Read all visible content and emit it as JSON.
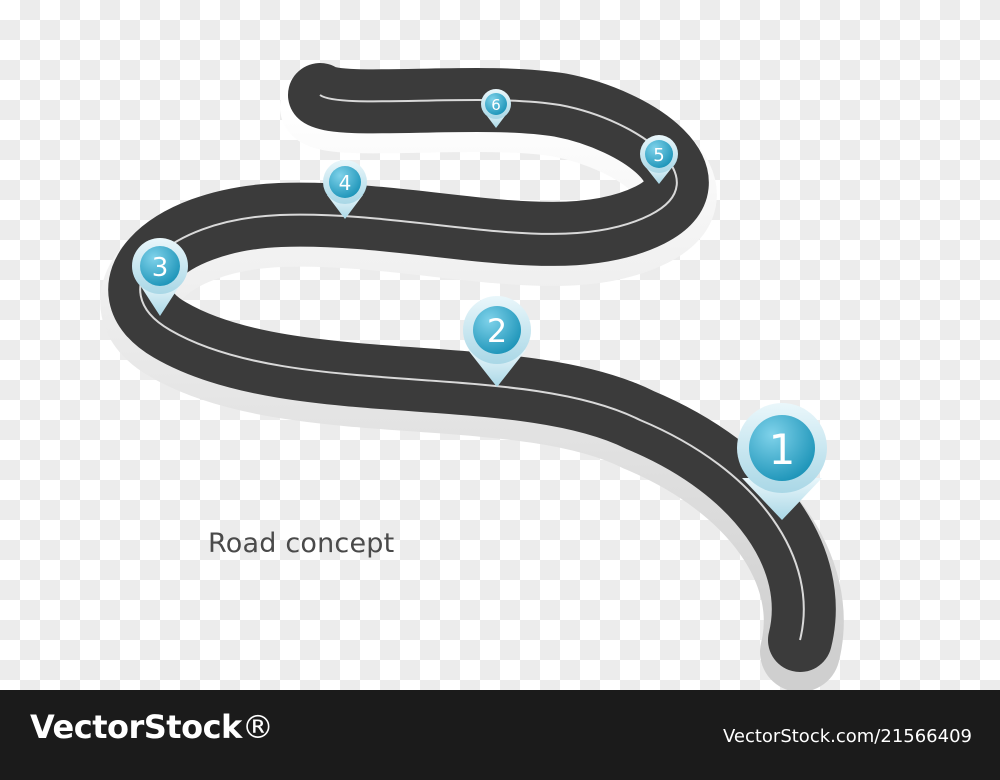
{
  "caption": "Road concept",
  "road_markers": [
    "1",
    "2",
    "3",
    "4",
    "5",
    "6"
  ],
  "watermark": {
    "brand_bold": "VectorStock",
    "brand_trademark": "®",
    "asset_id": "VectorStock.com/21566409"
  },
  "colors": {
    "asphalt": "#3b3b3b",
    "road_edge": "#e6e6e6",
    "pin": "#2aa6c9",
    "pin_ring": "#bfe3ef",
    "footer": "#1b1b1b"
  }
}
